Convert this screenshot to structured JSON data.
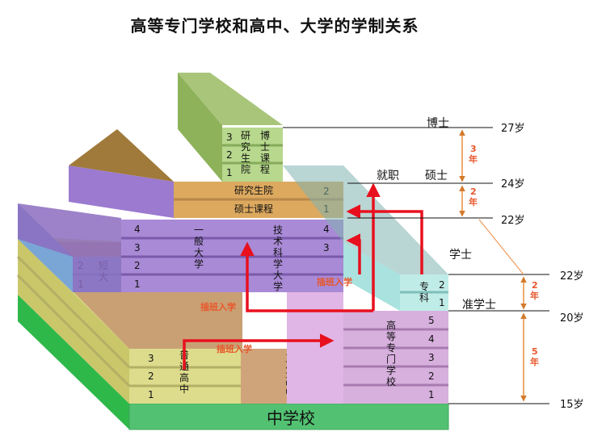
{
  "title": "高等专门学校和高中、大学的学制关系",
  "middle_school": "中学校",
  "high_school": {
    "name": [
      "普",
      "通",
      "高",
      "中"
    ],
    "years": [
      "3",
      "2",
      "1"
    ]
  },
  "tech_high": {
    "name": [
      "工",
      "业",
      "高",
      "中"
    ]
  },
  "kosen": {
    "name": [
      "高",
      "等",
      "专",
      "门",
      "学",
      "校"
    ],
    "years": [
      "5",
      "4",
      "3",
      "2",
      "1"
    ],
    "senka": [
      "专",
      "科"
    ],
    "senka_years": [
      "2",
      "1"
    ]
  },
  "junior_college": {
    "name": [
      "短",
      "大"
    ],
    "years": [
      "2",
      "1"
    ]
  },
  "general_univ": {
    "name": [
      "一",
      "般",
      "大",
      "学"
    ],
    "years": [
      "4",
      "3",
      "2",
      "1"
    ]
  },
  "tech_univ": {
    "name": [
      "技",
      "术",
      "科",
      "学",
      "大",
      "学"
    ],
    "years": [
      "4",
      "3"
    ]
  },
  "grad_school": {
    "name": "研究生院",
    "year": "2"
  },
  "master": {
    "name": "硕士课程",
    "year": "1"
  },
  "doctoral": {
    "name_left": [
      "研",
      "究",
      "生",
      "院"
    ],
    "name_right": [
      "博",
      "士",
      "课",
      "程"
    ],
    "years": [
      "3",
      "2",
      "1"
    ]
  },
  "transfer_label": "插班入学",
  "side_labels": {
    "doctor": "博士",
    "employment": "就职",
    "master": "硕士",
    "bachelor": "学士",
    "associate": "准学士"
  },
  "ages": [
    "27岁",
    "24岁",
    "22岁",
    "22岁",
    "20岁",
    "15岁"
  ],
  "durations": [
    {
      "num": "3",
      "unit": "年"
    },
    {
      "num": "2",
      "unit": "年"
    },
    {
      "num": "2",
      "unit": "年"
    },
    {
      "num": "5",
      "unit": "年"
    }
  ]
}
